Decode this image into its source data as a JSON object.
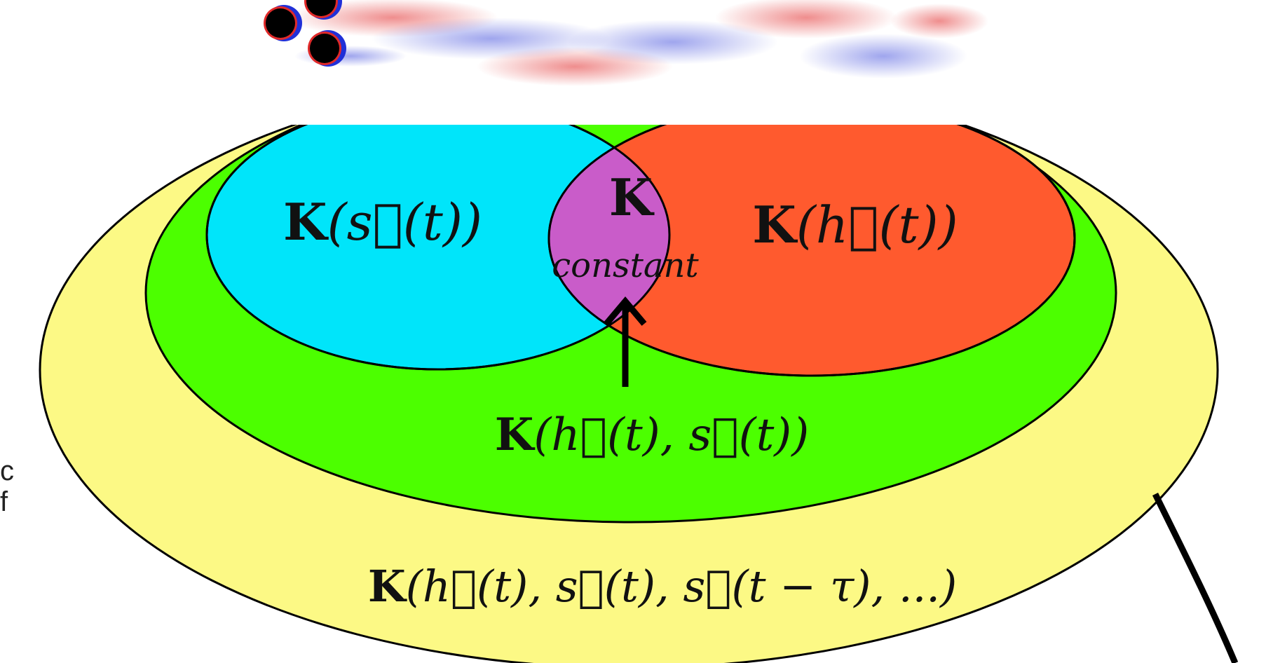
{
  "diagram": {
    "regions": {
      "outer": {
        "label": "K(h⃗(t), s⃗(t), s⃗(t − τ), ...)",
        "color": "#FCF985"
      },
      "green": {
        "label": "K(h⃗(t), s⃗(t))",
        "color": "#4CFF00"
      },
      "cyan": {
        "label": "K(s⃗(t))",
        "color": "#00E5FA"
      },
      "red": {
        "label": "K(h⃗(t))",
        "color": "#FF5A2E"
      },
      "overlap": {
        "label": "K",
        "sublabel": "constant",
        "color": "#C95CC9"
      }
    },
    "line_color": "#000000",
    "wake_panel": {
      "cylinder_color": "#000000",
      "vortex_colors": [
        "#E0202A",
        "#2030D8"
      ]
    }
  },
  "side_text": {
    "line1": "c",
    "line2": "f"
  }
}
